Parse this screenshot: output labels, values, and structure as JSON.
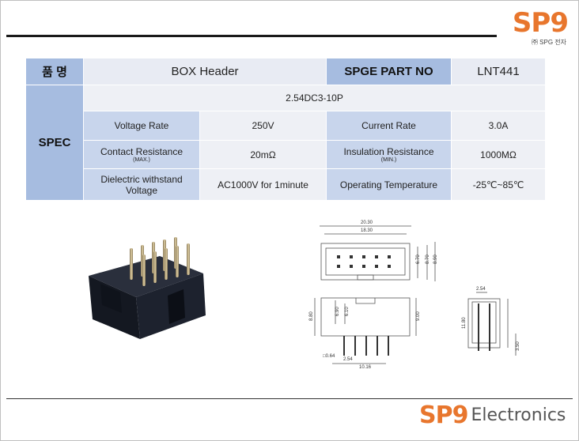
{
  "logo": {
    "main": "SP9",
    "sub": "㈜ SPG 전자"
  },
  "header": {
    "name_label": "품  명",
    "name_value": "BOX Header",
    "part_label": "SPGE PART NO",
    "part_value": "LNT441"
  },
  "spec": {
    "label": "SPEC",
    "model": "2.54DC3-10P",
    "rows": [
      {
        "l1": "Voltage Rate",
        "l1_sub": "",
        "v1": "250V",
        "l2": "Current Rate",
        "l2_sub": "",
        "v2": "3.0A"
      },
      {
        "l1": "Contact Resistance",
        "l1_sub": "(MAX.)",
        "v1": "20mΩ",
        "l2": "Insulation Resistance",
        "l2_sub": "(MIN.)",
        "v2": "1000MΩ"
      },
      {
        "l1": "Dielectric withstand Voltage",
        "l1_sub": "",
        "v1": "AC1000V for 1minute",
        "l2": "Operating Temperature",
        "l2_sub": "",
        "v2": "-25℃~85℃"
      }
    ]
  },
  "drawing": {
    "dims": [
      "20.30",
      "18.30",
      "6.70",
      "8.70",
      "8.90",
      "8.80",
      "6.90",
      "6.10",
      "9.00",
      "2.54",
      "11.80",
      "3.50",
      "□0.64",
      "2.54",
      "10.16"
    ]
  },
  "footer": {
    "logo": "SP9",
    "text": "Electronics"
  },
  "colors": {
    "accent": "#e8762d",
    "header": "#a6bce0",
    "cell": "#c8d5ec",
    "light": "#e8ebf3"
  }
}
